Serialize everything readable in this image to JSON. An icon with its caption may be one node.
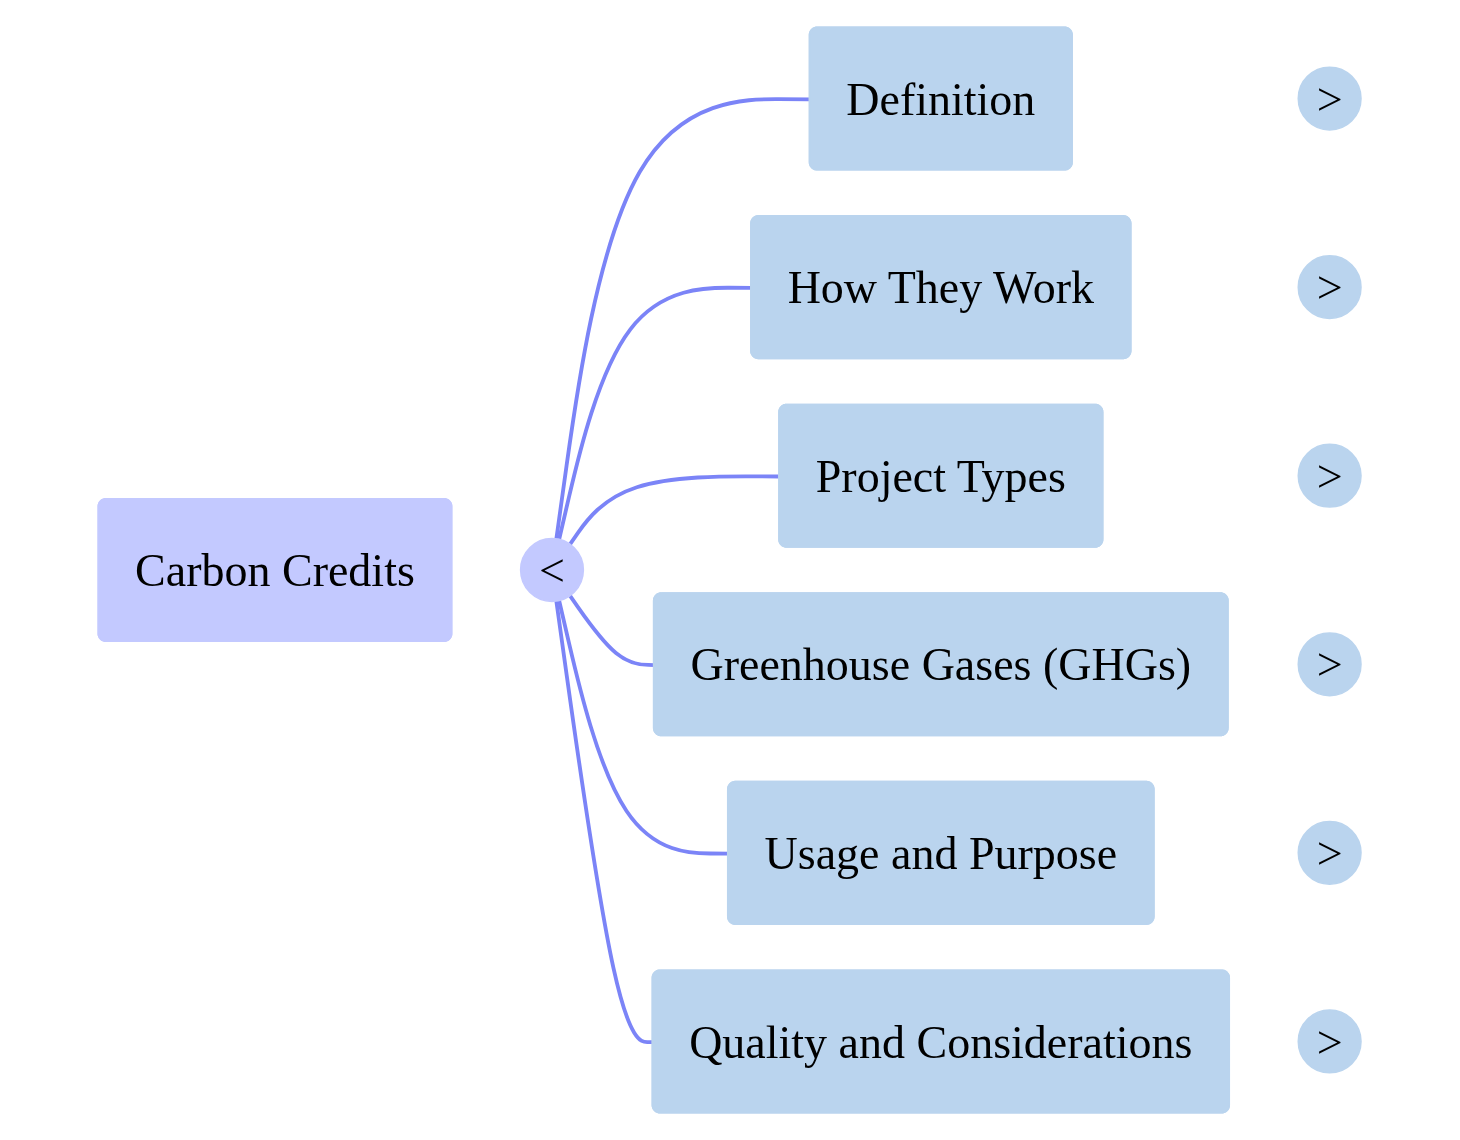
{
  "diagram": {
    "nodes": [
      {
        "text": [
          "Carbon Credits"
        ]
      },
      {
        "text": [
          "<"
        ]
      },
      {
        "text": [
          "Definition"
        ]
      },
      {
        "text": [
          ">"
        ]
      },
      {
        "text": [
          "How They Work"
        ]
      },
      {
        "text": [
          ">"
        ]
      },
      {
        "text": [
          "Project Types"
        ]
      },
      {
        "text": [
          ">"
        ]
      },
      {
        "text": [
          "Greenhouse Gases (GHGs)"
        ]
      },
      {
        "text": [
          ">"
        ]
      },
      {
        "text": [
          "Usage and Purpose"
        ]
      },
      {
        "text": [
          ">"
        ]
      },
      {
        "text": [
          "Quality and Considerations"
        ]
      },
      {
        "text": [
          ">"
        ]
      }
    ],
    "edges": [
      {
        "from": 1,
        "to": 2,
        "arrow": "none"
      },
      {
        "from": 1,
        "to": 4,
        "arrow": "none"
      },
      {
        "from": 1,
        "to": 6,
        "arrow": "none"
      },
      {
        "from": 1,
        "to": 8,
        "arrow": "none"
      },
      {
        "from": 1,
        "to": 10,
        "arrow": "none"
      },
      {
        "from": 1,
        "to": 12,
        "arrow": "none"
      }
    ]
  }
}
